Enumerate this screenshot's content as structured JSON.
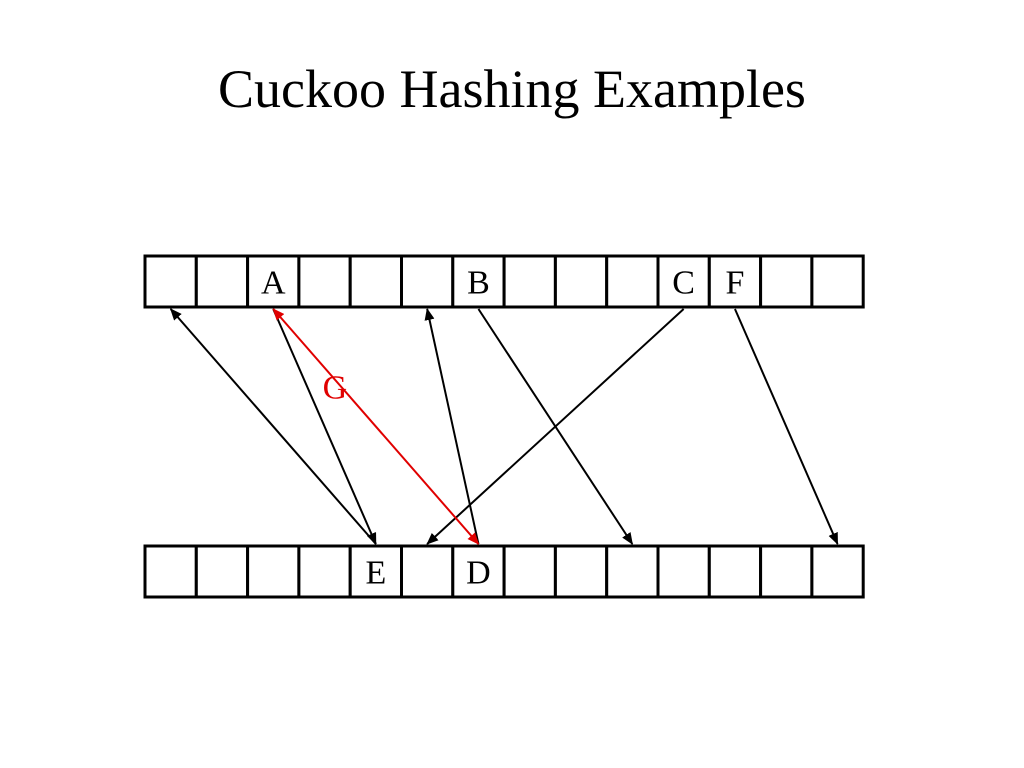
{
  "slide": {
    "title": "Cuckoo Hashing Examples"
  },
  "colors": {
    "line": "#000000",
    "highlight": "#e00000"
  },
  "top_table": {
    "cells": [
      "",
      "",
      "A",
      "",
      "",
      "",
      "B",
      "",
      "",
      "",
      "C",
      "F",
      "",
      ""
    ]
  },
  "bottom_table": {
    "cells": [
      "",
      "",
      "",
      "",
      "E",
      "",
      "D",
      "",
      "",
      "",
      "",
      "",
      "",
      ""
    ]
  },
  "edges": [
    {
      "key": "E",
      "from": "bottom:4",
      "to": "top:0",
      "color": "line"
    },
    {
      "key": "A",
      "from": "top:2",
      "to": "bottom:4",
      "color": "line"
    },
    {
      "key": "D",
      "from": "bottom:6",
      "to": "top:5",
      "color": "line"
    },
    {
      "key": "B",
      "from": "top:6",
      "to": "bottom:9",
      "color": "line"
    },
    {
      "key": "C",
      "from": "top:10",
      "to": "bottom:5",
      "color": "line"
    },
    {
      "key": "F",
      "from": "top:11",
      "to": "bottom:13",
      "color": "line"
    },
    {
      "key": "G",
      "from": "top:2",
      "to": "bottom:6",
      "color": "highlight",
      "bidirectional": true,
      "label": "G"
    }
  ]
}
